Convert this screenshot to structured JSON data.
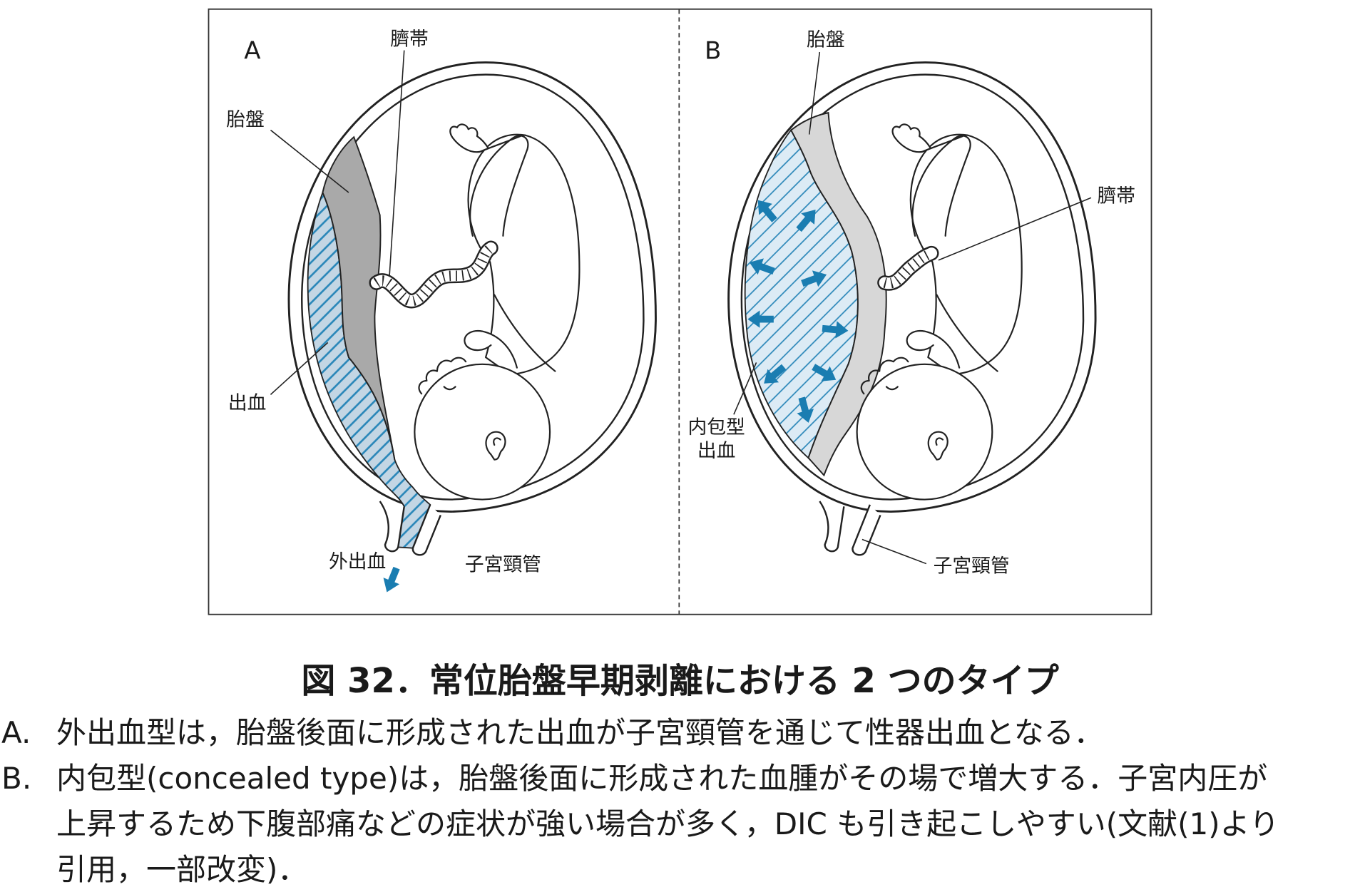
{
  "figure": {
    "panel_a": {
      "letter": "A",
      "labels": {
        "umbilical_cord": "臍帯",
        "placenta": "胎盤",
        "hemorrhage": "出血",
        "external_hemorrhage": "外出血",
        "cervical_canal": "子宮頸管"
      }
    },
    "panel_b": {
      "letter": "B",
      "labels": {
        "placenta": "胎盤",
        "umbilical_cord": "臍帯",
        "concealed_type": "内包型",
        "hemorrhage": "出血",
        "cervical_canal": "子宮頸管"
      }
    },
    "colors": {
      "outline": "#222222",
      "hatch_line": "#2a87b9",
      "hemorrhage_fill": "#c3d6e4",
      "hematoma_fill": "#dcebf5",
      "placenta_a": "#a9a9a9",
      "placenta_b": "#d7d7d7",
      "arrow": "#1a7db1"
    }
  },
  "caption": {
    "title": "図 32．常位胎盤早期剥離における 2 つのタイプ",
    "items": [
      {
        "marker": "A.",
        "lines": [
          "外出血型は，胎盤後面に形成された出血が子宮頸管を通じて性器出血となる．"
        ]
      },
      {
        "marker": "B.",
        "lines": [
          "内包型(concealed type)は，胎盤後面に形成された血腫がその場で増大する．子宮内圧が",
          "上昇するため下腹部痛などの症状が強い場合が多く，DIC も引き起こしやすい(文献(1)より",
          "引用，一部改変)．"
        ]
      }
    ]
  }
}
